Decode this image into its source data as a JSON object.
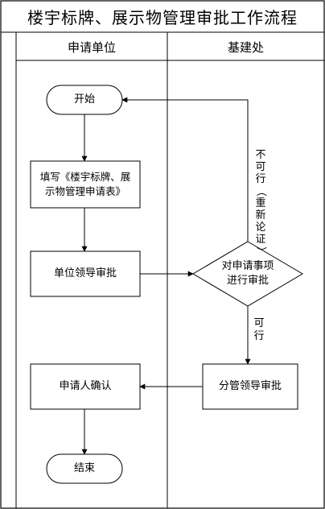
{
  "title": "楼宇标牌、展示物管理审批工作流程",
  "lanes": {
    "left": "申请单位",
    "right": "基建处"
  },
  "nodes": {
    "start": "开始",
    "fill_form": "填写《楼宇标牌、展\n示物管理申请表》",
    "unit_leader": "单位领导审批",
    "review": "对申请事项\n进行审批",
    "branch_leader": "分管领导审批",
    "confirm": "申请人确认",
    "end": "结束"
  },
  "edges": {
    "reject_label": [
      "不",
      "可",
      "行",
      "（",
      "重",
      "新",
      "论",
      "证",
      "）"
    ],
    "approve_label": "可\n行"
  }
}
